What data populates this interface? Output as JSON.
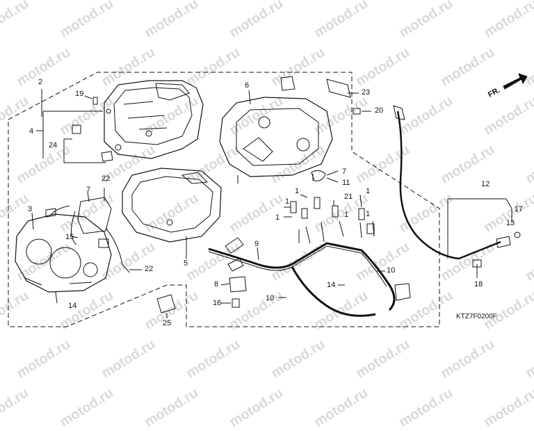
{
  "watermark": "motod.ru",
  "diagram_code": "KTZ7F0200F",
  "direction_label": "FR.",
  "callouts": [
    {
      "id": "c1",
      "label": "1"
    },
    {
      "id": "c2",
      "label": "1"
    },
    {
      "id": "c3",
      "label": "1"
    },
    {
      "id": "c4",
      "label": "1"
    },
    {
      "id": "c5",
      "label": "1"
    },
    {
      "id": "c6",
      "label": "1"
    },
    {
      "id": "c7",
      "label": "2"
    },
    {
      "id": "c8",
      "label": "3"
    },
    {
      "id": "c9",
      "label": "4"
    },
    {
      "id": "c10",
      "label": "5"
    },
    {
      "id": "c11",
      "label": "6"
    },
    {
      "id": "c12",
      "label": "7"
    },
    {
      "id": "c13",
      "label": "7"
    },
    {
      "id": "c14",
      "label": "8"
    },
    {
      "id": "c15",
      "label": "9"
    },
    {
      "id": "c16",
      "label": "10"
    },
    {
      "id": "c17",
      "label": "10"
    },
    {
      "id": "c18",
      "label": "11"
    },
    {
      "id": "c19",
      "label": "12"
    },
    {
      "id": "c20",
      "label": "13"
    },
    {
      "id": "c21",
      "label": "14"
    },
    {
      "id": "c22",
      "label": "14"
    },
    {
      "id": "c23",
      "label": "15"
    },
    {
      "id": "c24",
      "label": "16"
    },
    {
      "id": "c25",
      "label": "17"
    },
    {
      "id": "c26",
      "label": "18"
    },
    {
      "id": "c27",
      "label": "19"
    },
    {
      "id": "c28",
      "label": "20"
    },
    {
      "id": "c29",
      "label": "21"
    },
    {
      "id": "c30",
      "label": "22"
    },
    {
      "id": "c31",
      "label": "22"
    },
    {
      "id": "c32",
      "label": "23"
    },
    {
      "id": "c33",
      "label": "24"
    },
    {
      "id": "c34",
      "label": "25"
    }
  ]
}
